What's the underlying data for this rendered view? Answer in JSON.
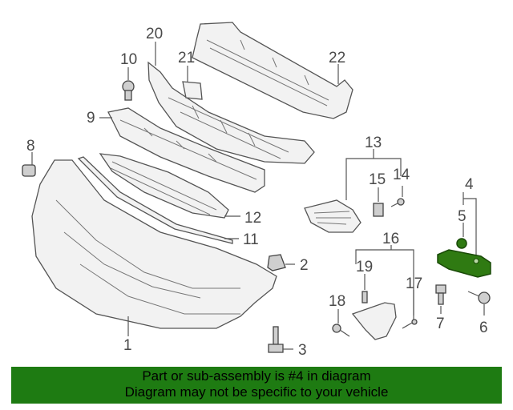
{
  "callouts": {
    "c1": "1",
    "c2": "2",
    "c3": "3",
    "c4": "4",
    "c5": "5",
    "c6": "6",
    "c7": "7",
    "c8": "8",
    "c9": "9",
    "c10": "10",
    "c11": "11",
    "c12": "12",
    "c13": "13",
    "c14": "14",
    "c15": "15",
    "c16": "16",
    "c17": "17",
    "c18": "18",
    "c19": "19",
    "c20": "20",
    "c21": "21",
    "c22": "22"
  },
  "highlight_color": "#2f7a12",
  "banner": {
    "line1": "Part or sub-assembly is #4 in diagram",
    "line2": "Diagram may not be specific to your vehicle",
    "background": "#1e7b12"
  }
}
